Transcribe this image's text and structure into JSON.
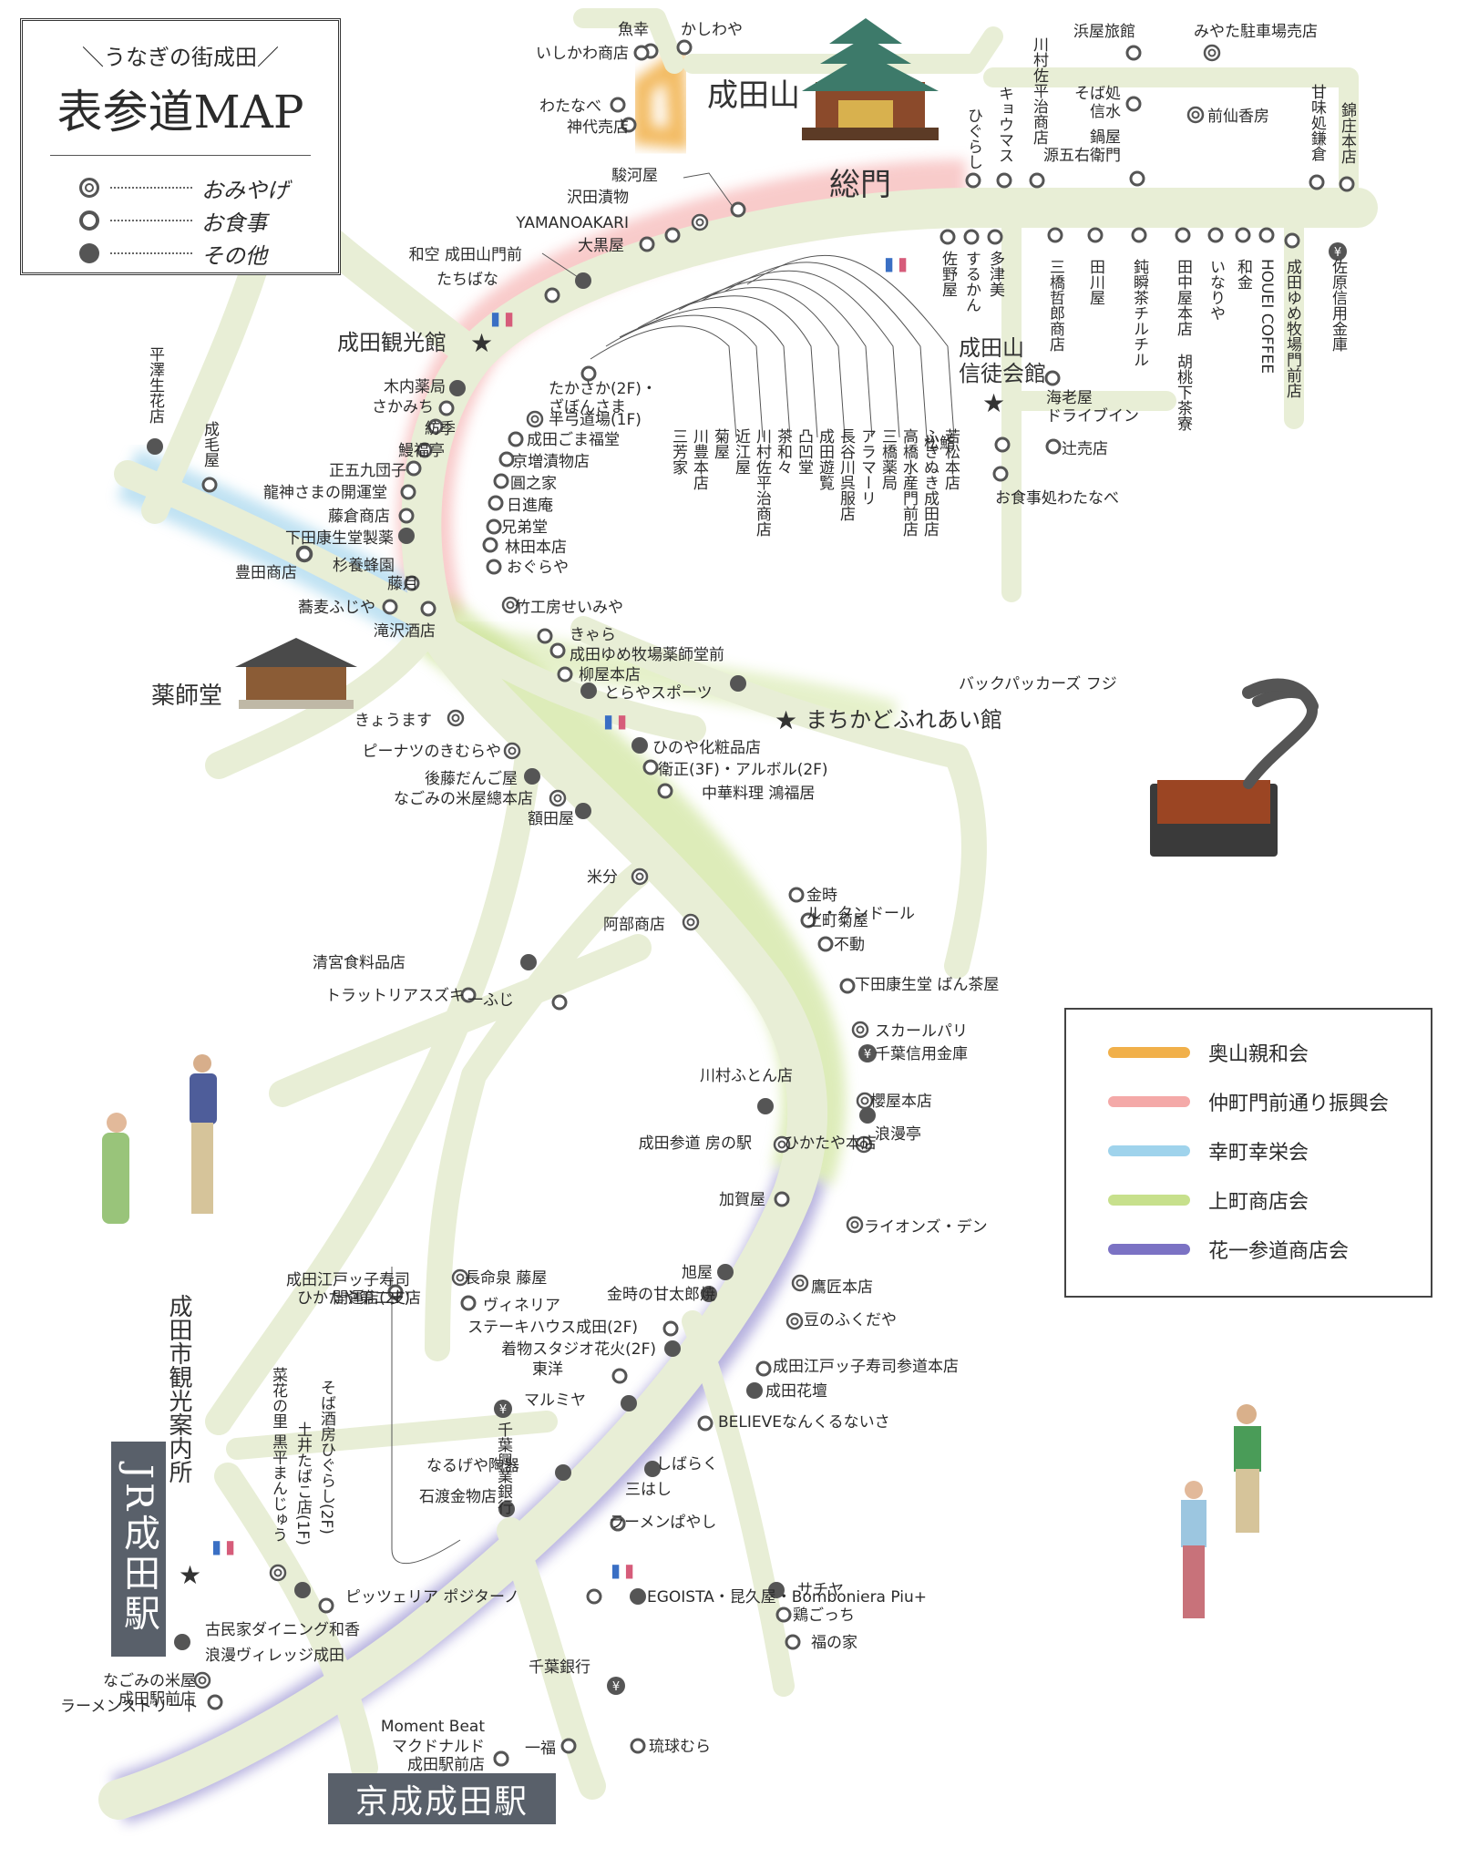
{
  "map_header": {
    "subtitle": "＼うなぎの街成田／",
    "title": "表参道MAP"
  },
  "symbol_legend": [
    {
      "symbol": "double-circle",
      "label": "おみやげ"
    },
    {
      "symbol": "circle",
      "label": "お食事"
    },
    {
      "symbol": "dot",
      "label": "その他"
    }
  ],
  "association_legend": [
    {
      "label": "奥山親和会",
      "color": "#f1b04a"
    },
    {
      "label": "仲町門前通り振興会",
      "color": "#f4a9a8"
    },
    {
      "label": "幸町幸栄会",
      "color": "#9fd3ec"
    },
    {
      "label": "上町商店会",
      "color": "#c7e08c"
    },
    {
      "label": "花一参道商店会",
      "color": "#7b72c4"
    }
  ],
  "landmarks": {
    "narita_san": "成田山",
    "soumon": "総門",
    "yakushido": "薬師堂",
    "kanko_kan": "成田観光館",
    "shintokaikan": "成田山\n信徒会館",
    "machikado": "まちかどふれあい館",
    "jr_info": "成田市観光案内所",
    "jr_station": "JR成田駅",
    "keisei_station": "京成成田駅"
  },
  "places_horizontal": [
    {
      "name": "魚幸",
      "kind": "meal"
    },
    {
      "name": "かしわや",
      "kind": "meal"
    },
    {
      "name": "いしかわ商店",
      "kind": "meal"
    },
    {
      "name": "わたなべ",
      "kind": "meal"
    },
    {
      "name": "神代売店",
      "kind": "meal"
    },
    {
      "name": "浜屋旅館",
      "kind": "meal"
    },
    {
      "name": "みやた駐車場売店",
      "kind": "souvenir"
    },
    {
      "name": "そば処\n信水",
      "kind": "meal"
    },
    {
      "name": "鍋屋\n源五右衛門",
      "kind": "meal"
    },
    {
      "name": "前仙香房",
      "kind": "souvenir"
    },
    {
      "name": "駿河屋",
      "kind": "meal"
    },
    {
      "name": "沢田漬物",
      "kind": "souvenir"
    },
    {
      "name": "YAMANOAKARI",
      "kind": "meal"
    },
    {
      "name": "大黒屋",
      "kind": "meal"
    },
    {
      "name": "和空 成田山門前",
      "kind": "other"
    },
    {
      "name": "たちばな",
      "kind": "meal"
    },
    {
      "name": "木内薬局",
      "kind": "other"
    },
    {
      "name": "さかみち",
      "kind": "meal"
    },
    {
      "name": "紡季",
      "kind": "meal"
    },
    {
      "name": "鰻福亭",
      "kind": "meal"
    },
    {
      "name": "正五九団子",
      "kind": "meal"
    },
    {
      "name": "龍神さまの開運堂",
      "kind": "meal"
    },
    {
      "name": "藤倉商店",
      "kind": "meal"
    },
    {
      "name": "下田康生堂製薬",
      "kind": "other"
    },
    {
      "name": "杉養蜂園",
      "kind": "souvenir"
    },
    {
      "name": "豊田商店",
      "kind": "meal"
    },
    {
      "name": "藤月",
      "kind": "meal"
    },
    {
      "name": "蕎麦ふじや",
      "kind": "meal"
    },
    {
      "name": "滝沢酒店",
      "kind": "meal"
    },
    {
      "name": "たかさか(2F)・\nざぼんさま",
      "kind": "meal"
    },
    {
      "name": "半弓道場(1F)",
      "kind": "souvenir"
    },
    {
      "name": "成田ごま福堂",
      "kind": "meal"
    },
    {
      "name": "京増漬物店",
      "kind": "meal"
    },
    {
      "name": "圓之家",
      "kind": "meal"
    },
    {
      "name": "日進庵",
      "kind": "meal"
    },
    {
      "name": "兄弟堂",
      "kind": "meal"
    },
    {
      "name": "林田本店",
      "kind": "meal"
    },
    {
      "name": "おぐらや",
      "kind": "meal"
    },
    {
      "name": "竹工房せいみや",
      "kind": "souvenir"
    },
    {
      "name": "海老屋\nドライブイン",
      "kind": "meal"
    },
    {
      "name": "辻売店",
      "kind": "meal"
    },
    {
      "name": "松鮨",
      "kind": "meal"
    },
    {
      "name": "お食事処わたなべ",
      "kind": "meal"
    },
    {
      "name": "きゃら",
      "kind": "meal"
    },
    {
      "name": "成田ゆめ牧場薬師堂前",
      "kind": "meal"
    },
    {
      "name": "柳屋本店",
      "kind": "meal"
    },
    {
      "name": "とらやスポーツ",
      "kind": "other"
    },
    {
      "name": "バックパッカーズ フジ",
      "kind": "other"
    },
    {
      "name": "きょうます",
      "kind": "souvenir"
    },
    {
      "name": "ピーナツのきむらや",
      "kind": "souvenir"
    },
    {
      "name": "後藤だんご屋",
      "kind": "other"
    },
    {
      "name": "なごみの米屋總本店",
      "kind": "souvenir"
    },
    {
      "name": "額田屋",
      "kind": "other"
    },
    {
      "name": "ひのや化粧品店",
      "kind": "other"
    },
    {
      "name": "衛正(3F)・アルボル(2F)",
      "kind": "meal"
    },
    {
      "name": "中華料理 鴻福居",
      "kind": "meal"
    },
    {
      "name": "米分",
      "kind": "souvenir"
    },
    {
      "name": "阿部商店",
      "kind": "souvenir"
    },
    {
      "name": "清宮食料品店",
      "kind": "other"
    },
    {
      "name": "トラットリアスズキ",
      "kind": "meal"
    },
    {
      "name": "一ふじ",
      "kind": "meal"
    },
    {
      "name": "金時\nル・タンドール",
      "kind": "meal"
    },
    {
      "name": "上町菊屋",
      "kind": "meal"
    },
    {
      "name": "不動",
      "kind": "meal"
    },
    {
      "name": "下田康生堂 ばん茶屋",
      "kind": "meal"
    },
    {
      "name": "スカールパリ",
      "kind": "souvenir"
    },
    {
      "name": "千葉信用金庫",
      "kind": "bank"
    },
    {
      "name": "川村ふとん店",
      "kind": "other"
    },
    {
      "name": "櫻屋本店",
      "kind": "souvenir"
    },
    {
      "name": "浪漫亭",
      "kind": "other"
    },
    {
      "name": "成田参道 房の駅",
      "kind": "souvenir"
    },
    {
      "name": "ひかたや本店",
      "kind": "souvenir"
    },
    {
      "name": "加賀屋",
      "kind": "meal"
    },
    {
      "name": "ライオンズ・デン",
      "kind": "souvenir"
    },
    {
      "name": "長命泉 藤屋",
      "kind": "souvenir"
    },
    {
      "name": "ヴィネリア",
      "kind": "meal"
    },
    {
      "name": "旭屋",
      "kind": "other"
    },
    {
      "name": "金時の甘太郎焼",
      "kind": "other"
    },
    {
      "name": "鷹匠本店",
      "kind": "souvenir"
    },
    {
      "name": "ひかたや第二支店",
      "kind": "meal"
    },
    {
      "name": "成田江戸ッ子寿司\n開運店(2F)",
      "kind": "meal"
    },
    {
      "name": "豆のふくだや",
      "kind": "souvenir"
    },
    {
      "name": "ステーキハウス成田(2F)",
      "kind": "meal"
    },
    {
      "name": "着物スタジオ花火(2F)",
      "kind": "other"
    },
    {
      "name": "成田江戸ッ子寿司参道本店",
      "kind": "meal"
    },
    {
      "name": "東洋",
      "kind": "meal"
    },
    {
      "name": "成田花壇",
      "kind": "other"
    },
    {
      "name": "マルミヤ",
      "kind": "other"
    },
    {
      "name": "BELIEVEなんくるないさ",
      "kind": "meal"
    },
    {
      "name": "なるげや陶器",
      "kind": "other"
    },
    {
      "name": "しばらく",
      "kind": "other"
    },
    {
      "name": "石渡金物店",
      "kind": "other"
    },
    {
      "name": "三はし",
      "kind": "meal"
    },
    {
      "name": "ラーメンぱやし",
      "kind": "meal"
    },
    {
      "name": "サチヤ",
      "kind": "other"
    },
    {
      "name": "ピッツェリア ポジターノ",
      "kind": "meal"
    },
    {
      "name": "EGOISTA・昆久屋・Bomboniera Piu+",
      "kind": "other"
    },
    {
      "name": "鶏ごっち",
      "kind": "meal"
    },
    {
      "name": "福の家",
      "kind": "meal"
    },
    {
      "name": "古民家ダイニング和香",
      "kind": "meal"
    },
    {
      "name": "浪漫ヴィレッジ成田",
      "kind": "other"
    },
    {
      "name": "なごみの米屋\n成田駅前店",
      "kind": "souvenir"
    },
    {
      "name": "ラーメンストリート",
      "kind": "meal"
    },
    {
      "name": "千葉銀行",
      "kind": "bank"
    },
    {
      "name": "Moment Beat",
      "kind": "meal"
    },
    {
      "name": "マクドナルド\n成田駅前店",
      "kind": "meal"
    },
    {
      "name": "一福",
      "kind": "meal"
    },
    {
      "name": "琉球むら",
      "kind": "meal"
    }
  ],
  "places_vertical": [
    {
      "name": "平澤生花店",
      "kind": "other"
    },
    {
      "name": "成毛屋",
      "kind": "meal"
    },
    {
      "name": "川村佐平治商店",
      "kind": "meal"
    },
    {
      "name": "キョウマス",
      "kind": "meal"
    },
    {
      "name": "ひぐらし",
      "kind": "meal"
    },
    {
      "name": "甘味処鎌倉",
      "kind": "meal"
    },
    {
      "name": "錦庄本店",
      "kind": "meal"
    },
    {
      "name": "佐野屋",
      "kind": "meal"
    },
    {
      "name": "するかん",
      "kind": "meal"
    },
    {
      "name": "多津美",
      "kind": "meal"
    },
    {
      "name": "三橋哲郎商店",
      "kind": "meal"
    },
    {
      "name": "田川屋",
      "kind": "meal"
    },
    {
      "name": "鈍瞬茶チルチル",
      "kind": "meal"
    },
    {
      "name": "田中屋本店",
      "kind": "meal"
    },
    {
      "name": "いなりや",
      "kind": "meal"
    },
    {
      "name": "和金",
      "kind": "meal"
    },
    {
      "name": "HOUEI COFFEE",
      "kind": "meal"
    },
    {
      "name": "成田ゆめ牧場門前店",
      "kind": "meal"
    },
    {
      "name": "佐原信用金庫",
      "kind": "bank"
    },
    {
      "name": "胡桃下茶寮",
      "kind": "meal"
    },
    {
      "name": "三芳家",
      "kind": "meal"
    },
    {
      "name": "川豊本店",
      "kind": "meal"
    },
    {
      "name": "菊屋",
      "kind": "meal"
    },
    {
      "name": "近江屋",
      "kind": "meal"
    },
    {
      "name": "川村佐平治商店",
      "kind": "meal"
    },
    {
      "name": "茶和々",
      "kind": "meal"
    },
    {
      "name": "凸凹堂",
      "kind": "meal"
    },
    {
      "name": "成田遊覧",
      "kind": "meal"
    },
    {
      "name": "長谷川呉服店",
      "kind": "meal"
    },
    {
      "name": "アラマーリ",
      "kind": "meal"
    },
    {
      "name": "三橋薬局",
      "kind": "meal"
    },
    {
      "name": "高橋水産門前店",
      "kind": "meal"
    },
    {
      "name": "ふきぬき成田店",
      "kind": "meal"
    },
    {
      "name": "若松本店",
      "kind": "meal"
    },
    {
      "name": "菜花の里 黒平まんじゅう",
      "kind": "souvenir"
    },
    {
      "name": "土井たばこ店(1F)",
      "kind": "other"
    },
    {
      "name": "そば酒房ひぐらし(2F)",
      "kind": "meal"
    },
    {
      "name": "千葉興業銀行",
      "kind": "bank"
    }
  ]
}
